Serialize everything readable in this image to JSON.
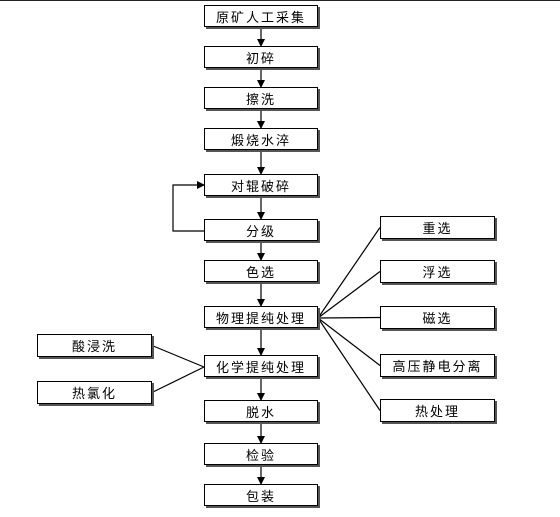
{
  "main": [
    {
      "id": "raw",
      "label": "原矿人工采集"
    },
    {
      "id": "crush",
      "label": "初碎"
    },
    {
      "id": "scrub",
      "label": "擦洗"
    },
    {
      "id": "calcine",
      "label": "煅烧水淬"
    },
    {
      "id": "roll",
      "label": "对辊破碎"
    },
    {
      "id": "classify",
      "label": "分级"
    },
    {
      "id": "color",
      "label": "色选"
    },
    {
      "id": "physical",
      "label": "物理提纯处理"
    },
    {
      "id": "chemical",
      "label": "化学提纯处理"
    },
    {
      "id": "dewater",
      "label": "脱水"
    },
    {
      "id": "inspect",
      "label": "检验"
    },
    {
      "id": "pack",
      "label": "包装"
    }
  ],
  "physical_branches": [
    {
      "id": "gravity",
      "label": "重选"
    },
    {
      "id": "flotation",
      "label": "浮选"
    },
    {
      "id": "magnetic",
      "label": "磁选"
    },
    {
      "id": "electrostatic",
      "label": "高压静电分离"
    },
    {
      "id": "heat",
      "label": "热处理"
    }
  ],
  "chemical_branches": [
    {
      "id": "acid",
      "label": "酸浸洗"
    },
    {
      "id": "chlorination",
      "label": "热氯化"
    }
  ]
}
